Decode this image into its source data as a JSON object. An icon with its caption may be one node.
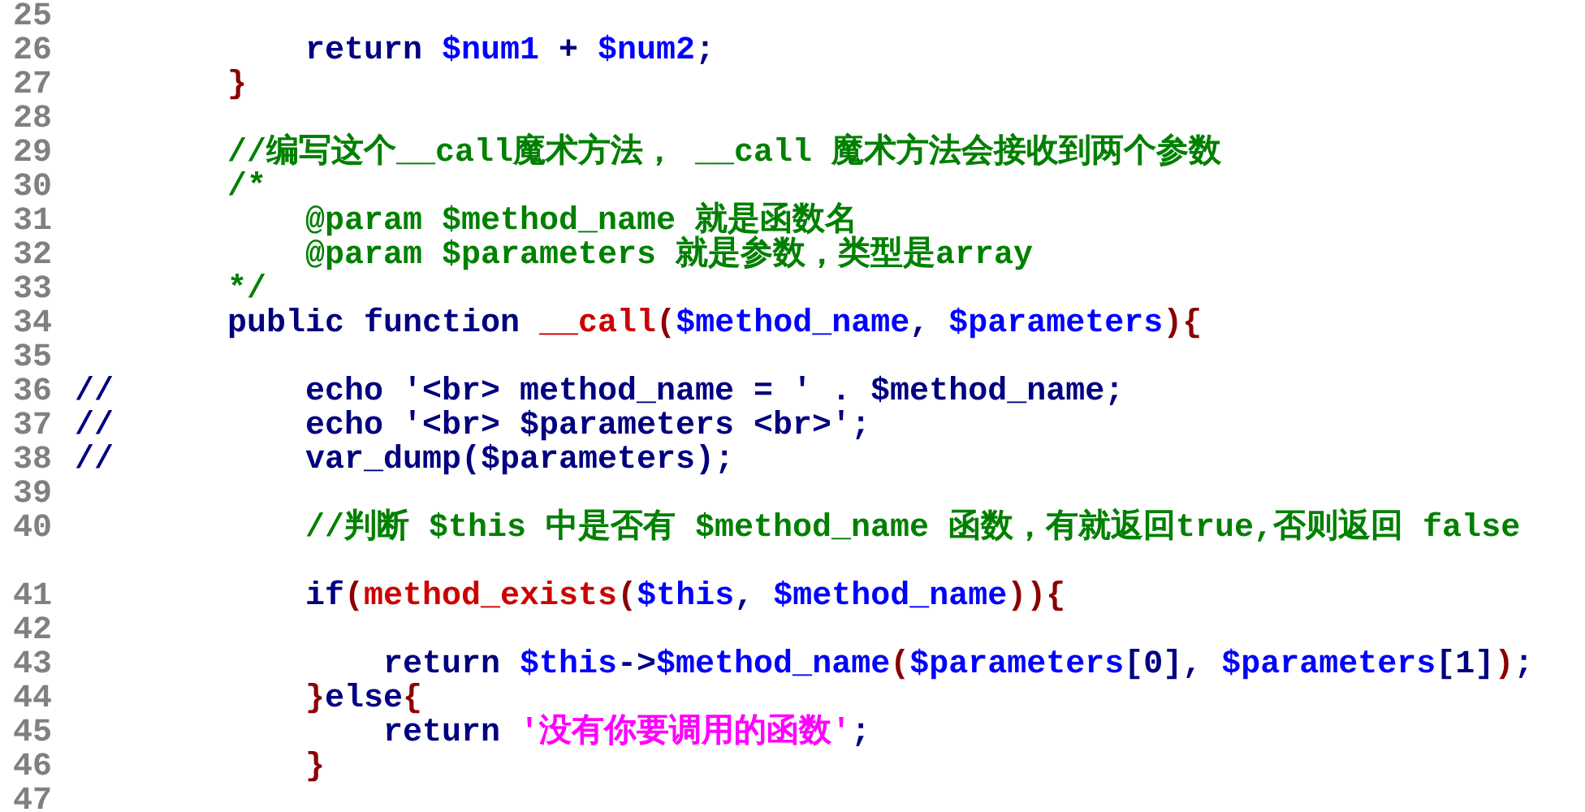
{
  "diagram": {
    "labels": [
      "25",
      "26",
      "return $num1 + $num2;",
      "27",
      "}",
      "28",
      "29",
      "//编写这个__call魔术方法， __call 魔术方法会接收到两个参数",
      "30",
      "/*",
      "31",
      "@param $method_name 就是函数名",
      "32",
      "@param $parameters 就是参数，类型是array",
      "33",
      "*/",
      "34",
      "public function __call($method_name, $parameters){",
      "35",
      "36",
      "//",
      "echo '<br> method_name = ' . $method_name;",
      "37",
      "//",
      "echo '<br> $parameters <br>';",
      "38",
      "//",
      "var_dump($parameters);",
      "39",
      "40",
      "//判断 $this 中是否有 $method_name 函数，有就返回true,否则返回 false",
      "41",
      "if(method_exists($this, $method_name)){",
      "42",
      "43",
      "return $this->$method_name($parameters[0], $parameters[1]);",
      "44",
      "}else{",
      "45",
      "return '没有你要调用的函数';",
      "46",
      "}",
      "47"
    ]
  }
}
